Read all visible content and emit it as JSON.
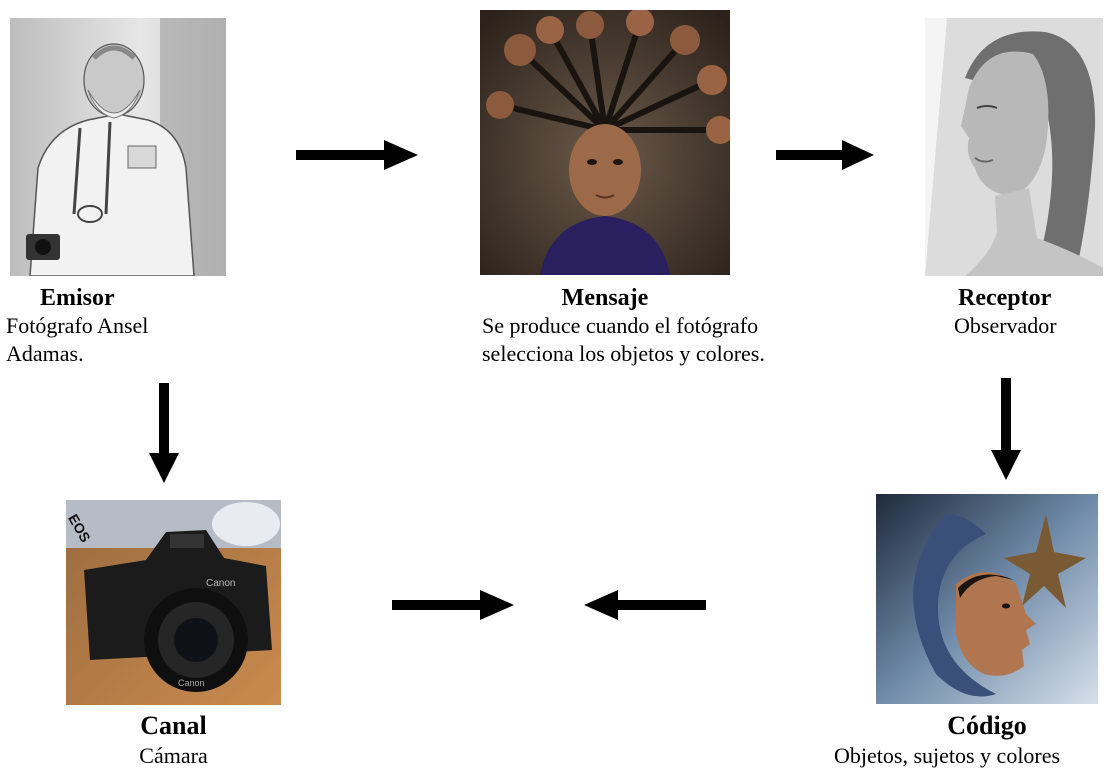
{
  "nodes": {
    "emisor": {
      "title": "Emisor",
      "desc": [
        "Fotógrafo Ansel",
        "Adamas."
      ]
    },
    "mensaje": {
      "title": "Mensaje",
      "desc": [
        "Se produce cuando el fotógrafo",
        "selecciona los objetos y colores."
      ]
    },
    "receptor": {
      "title": "Receptor",
      "desc": [
        "Observador"
      ]
    },
    "canal": {
      "title": "Canal",
      "desc": [
        "Cámara"
      ]
    },
    "codigo": {
      "title": "Código",
      "desc": [
        "Objetos, sujetos y colores"
      ]
    }
  },
  "camera_brand": "Canon",
  "camera_model": "EOS",
  "arrow_color": "#000000",
  "icons": {
    "emisor": "photographer-portrait-photo",
    "mensaje": "girl-with-hands-photo",
    "receptor": "woman-profile-photo",
    "canal": "camera-photo",
    "codigo": "man-profile-with-star-photo"
  }
}
